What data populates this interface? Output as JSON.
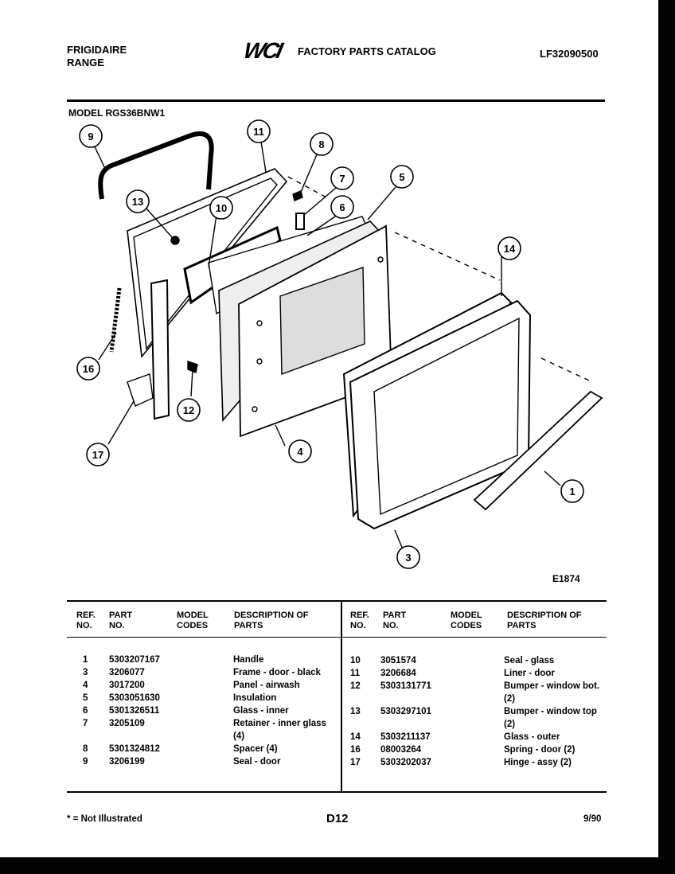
{
  "header": {
    "brand_line1": "FRIGIDAIRE",
    "brand_line2": "RANGE",
    "logo_text": "WCI",
    "catalog_title": "FACTORY PARTS CATALOG",
    "catalog_number": "LF32090500",
    "model_label": "MODEL RGS36BNW1"
  },
  "diagram": {
    "figure_id": "E1874",
    "callouts": [
      "9",
      "11",
      "8",
      "7",
      "6",
      "5",
      "13",
      "10",
      "14",
      "16",
      "12",
      "17",
      "4",
      "1",
      "3"
    ]
  },
  "table": {
    "headers": {
      "ref_no": "REF. NO.",
      "part_no": "PART NO.",
      "model_codes": "MODEL CODES",
      "description": "DESCRIPTION OF PARTS"
    },
    "left_rows": [
      {
        "ref": "1",
        "part": "5303207167",
        "desc": "Handle"
      },
      {
        "ref": "3",
        "part": "3206077",
        "desc": "Frame - door - black"
      },
      {
        "ref": "4",
        "part": "3017200",
        "desc": "Panel - airwash"
      },
      {
        "ref": "5",
        "part": "5303051630",
        "desc": "Insulation"
      },
      {
        "ref": "6",
        "part": "5301326511",
        "desc": "Glass - inner"
      },
      {
        "ref": "7",
        "part": "3205109",
        "desc": "Retainer - inner glass (4)"
      },
      {
        "ref": "8",
        "part": "5301324812",
        "desc": "Spacer (4)"
      },
      {
        "ref": "9",
        "part": "3206199",
        "desc": "Seal - door"
      }
    ],
    "right_rows": [
      {
        "ref": "10",
        "part": "3051574",
        "desc": "Seal - glass"
      },
      {
        "ref": "11",
        "part": "3206684",
        "desc": "Liner - door"
      },
      {
        "ref": "12",
        "part": "5303131771",
        "desc": "Bumper - window bot. (2)"
      },
      {
        "ref": "13",
        "part": "5303297101",
        "desc": "Bumper - window top (2)"
      },
      {
        "ref": "14",
        "part": "5303211137",
        "desc": "Glass - outer"
      },
      {
        "ref": "16",
        "part": "08003264",
        "desc": "Spring - door (2)"
      },
      {
        "ref": "17",
        "part": "5303202037",
        "desc": "Hinge - assy (2)"
      }
    ]
  },
  "footer": {
    "note": "* = Not Illustrated",
    "page": "D12",
    "date": "9/90"
  }
}
